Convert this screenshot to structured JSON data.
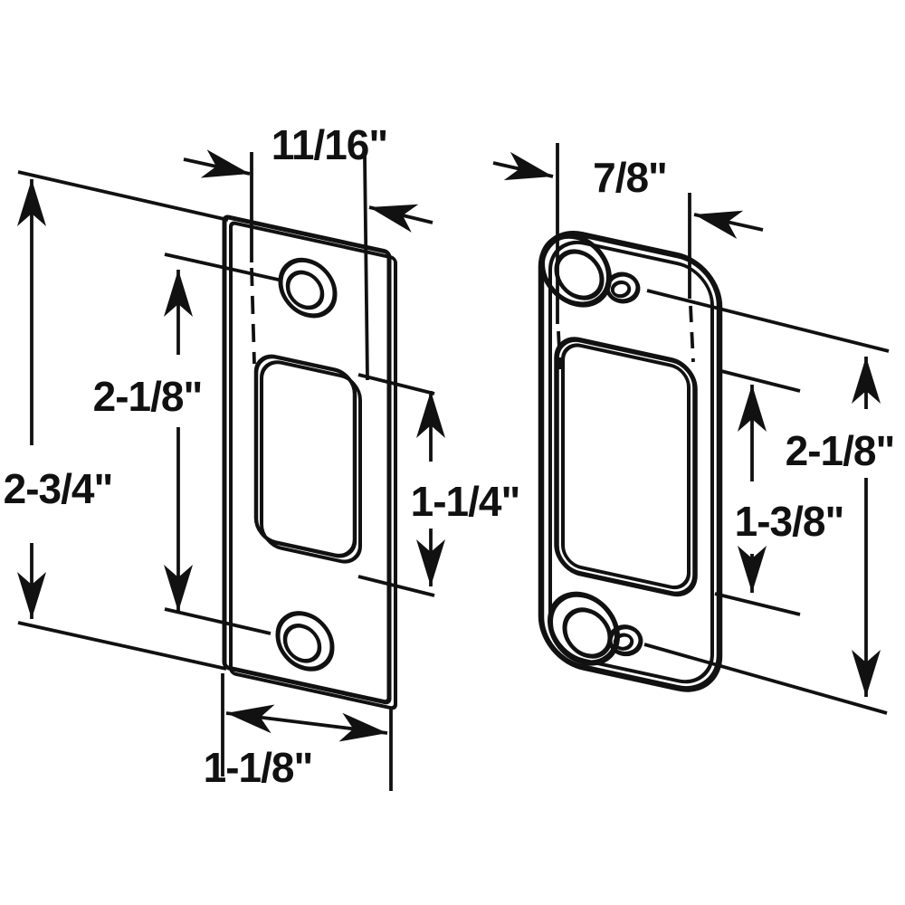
{
  "diagram": {
    "background_color": "#ffffff",
    "line_color": "#111111",
    "left_plate": {
      "cutout_width": "11/16\"",
      "overall_height": "2-3/4\"",
      "hole_spacing": "2-1/8\"",
      "cutout_height": "1-1/4\"",
      "overall_width": "1-1/8\""
    },
    "right_plate": {
      "cutout_width": "7/8\"",
      "hole_spacing": "2-1/8\"",
      "cutout_height": "1-3/8\""
    }
  }
}
